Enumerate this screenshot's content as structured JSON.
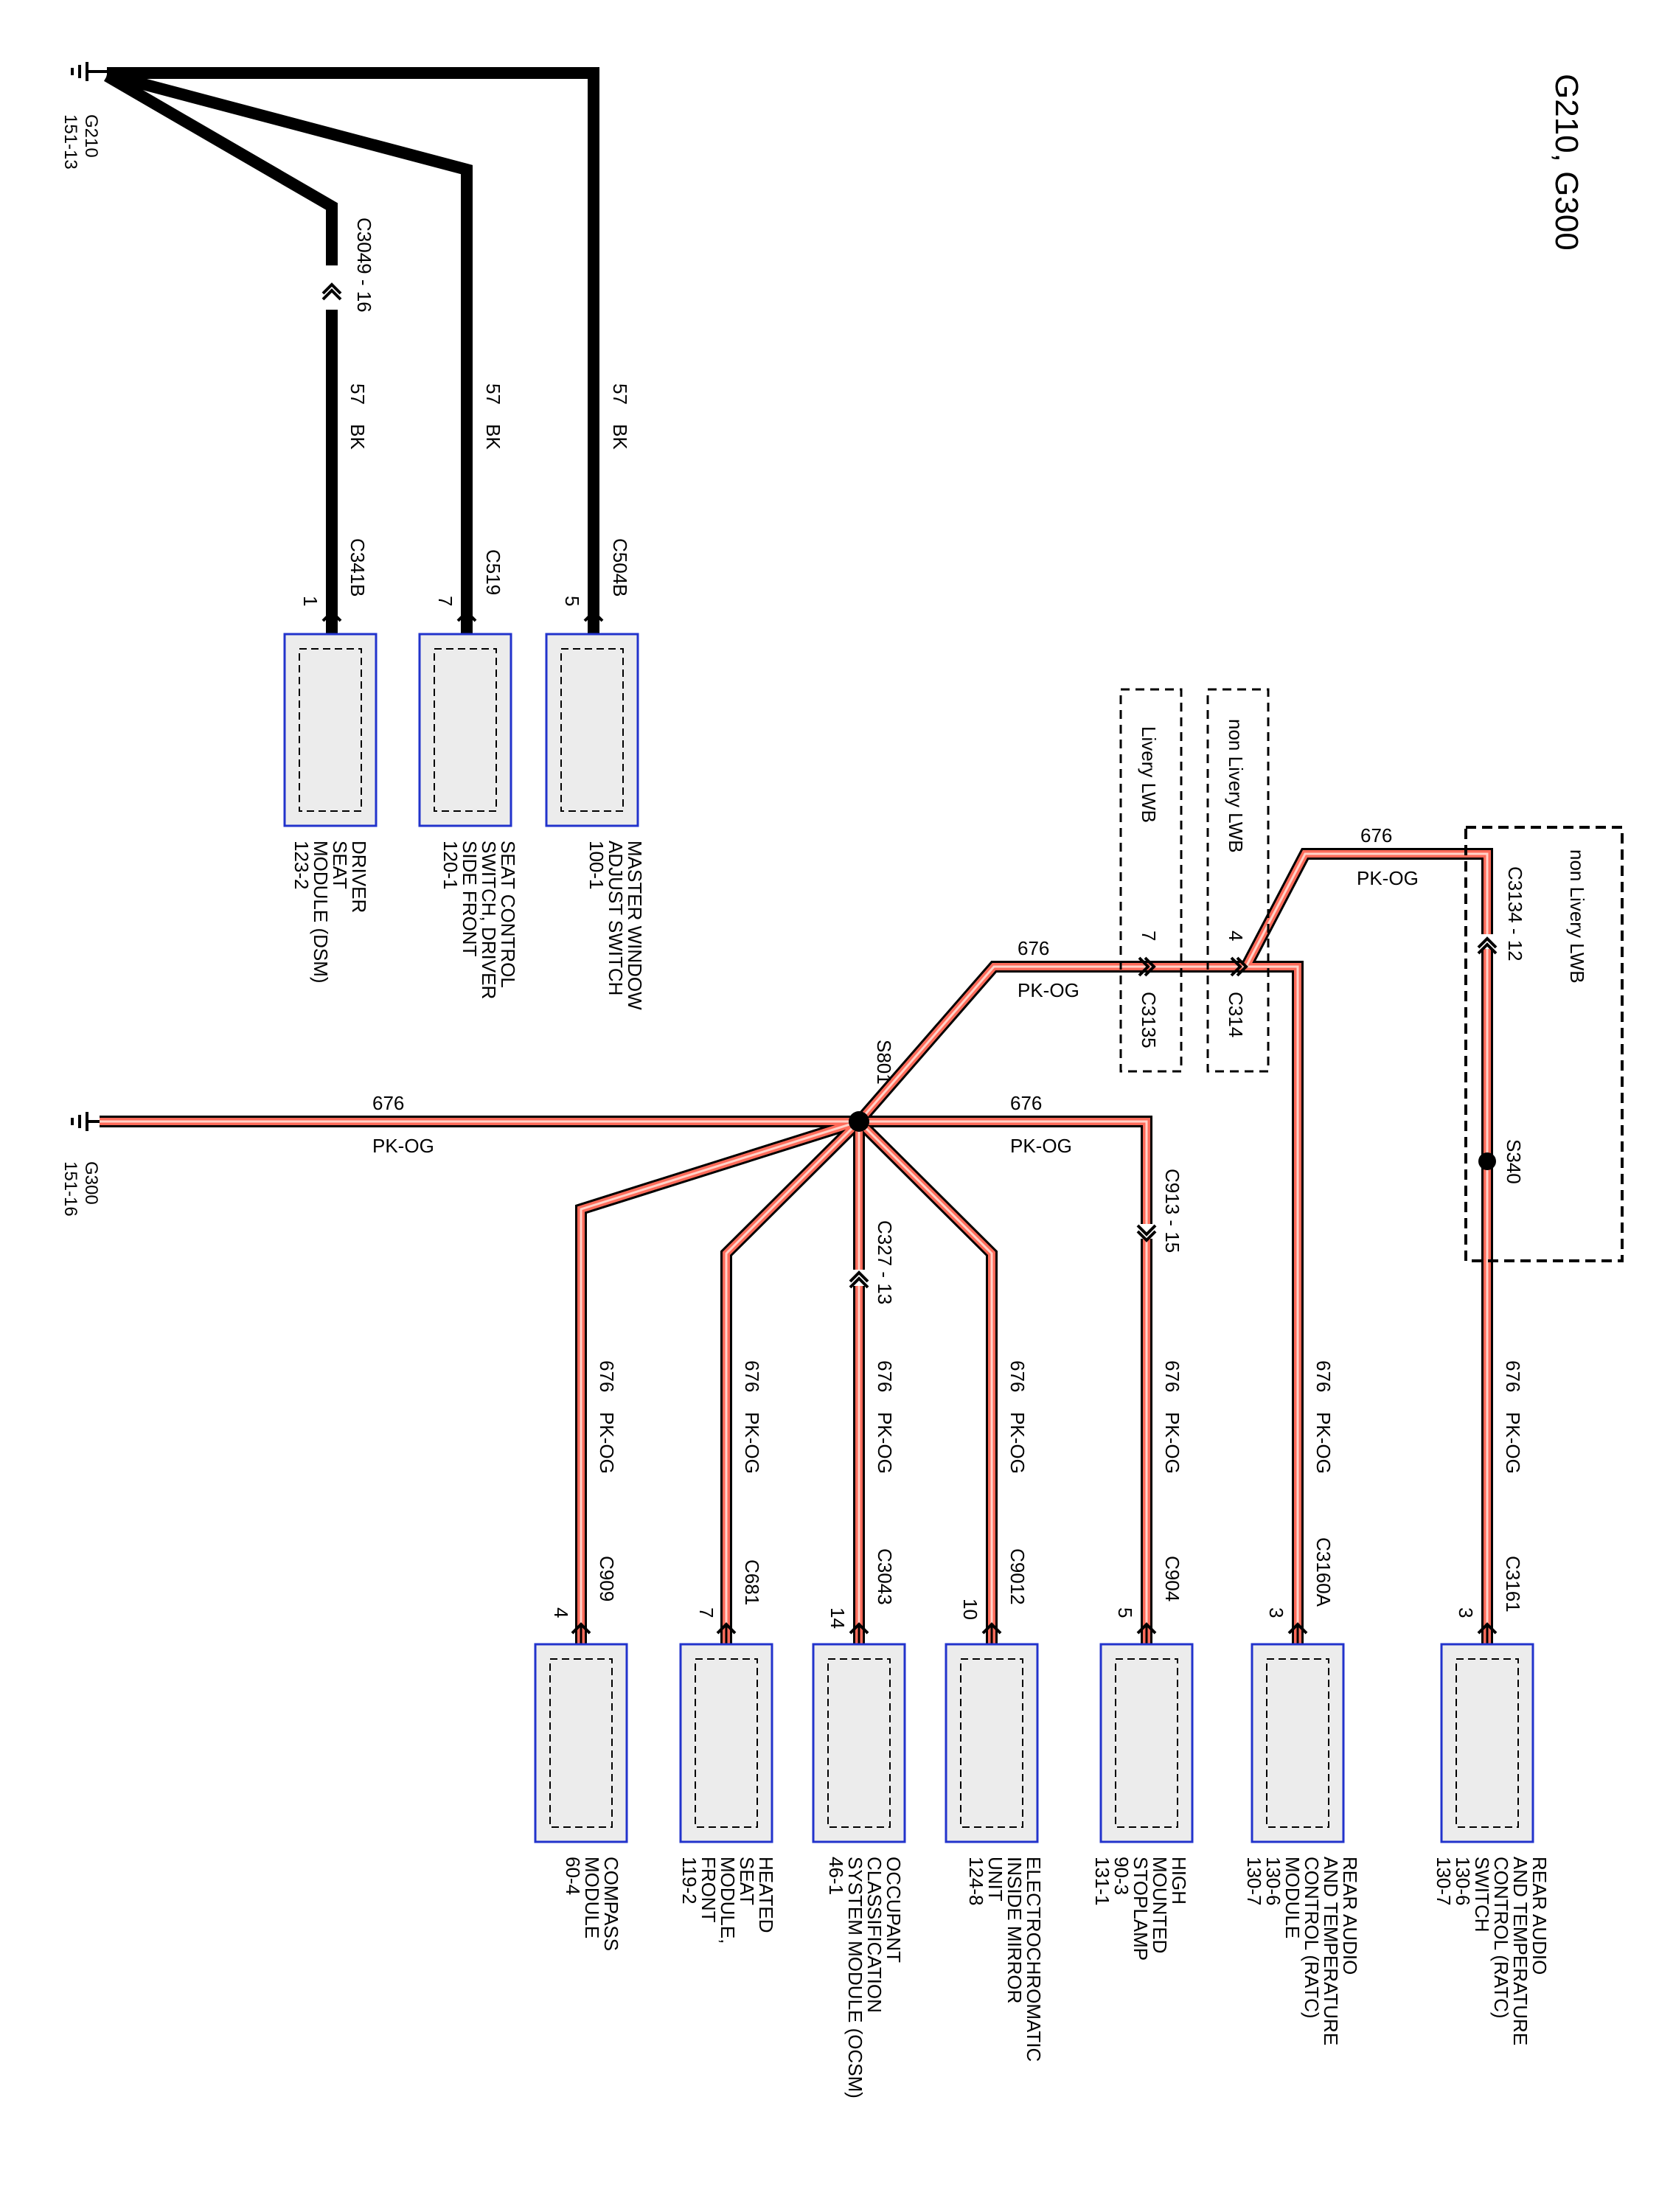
{
  "title": "G210, G300",
  "colors": {
    "ground_wire": "#000000",
    "pkog_outer": "#000000",
    "pkog_fill": "#ff6b5a",
    "pkog_stripe": "#ffd2c8",
    "component_border": "#2233cc",
    "component_fill": "#ececec"
  },
  "grounds": [
    {
      "id": "G210",
      "ref": "151-13"
    },
    {
      "id": "G300",
      "ref": "151-16"
    }
  ],
  "g210_wires": [
    {
      "circuit": "57",
      "color": "BK",
      "inline_connector": "C3049 - 16",
      "connector": "C341B",
      "pin": "1",
      "component": [
        "DRIVER",
        "SEAT",
        "MODULE (DSM)",
        "123-2"
      ]
    },
    {
      "circuit": "57",
      "color": "BK",
      "inline_connector": "",
      "connector": "C519",
      "pin": "7",
      "component": [
        "SEAT CONTROL",
        "SWITCH, DRIVER",
        "SIDE FRONT",
        "120-1"
      ]
    },
    {
      "circuit": "57",
      "color": "BK",
      "inline_connector": "",
      "connector": "C504B",
      "pin": "5",
      "component": [
        "MASTER WINDOW",
        "ADJUST SWITCH",
        "100-1"
      ]
    }
  ],
  "splice": {
    "s801": "S801",
    "s340": "S340"
  },
  "g300_feed": {
    "circuit": "676",
    "color": "PK-OG"
  },
  "to_c913": {
    "circuit": "676",
    "color": "PK-OG",
    "inline": "C913 - 15"
  },
  "to_c3135": {
    "circuit": "676",
    "color": "PK-OG"
  },
  "to_c3134": {
    "circuit": "676",
    "color": "PK-OG"
  },
  "option_boxes": {
    "livery": {
      "label": "Livery LWB",
      "connector": "C3135",
      "pin": "7"
    },
    "non_livery_small": {
      "label": "non Livery LWB",
      "connector": "C314",
      "pin": "4"
    },
    "non_livery_large": {
      "label": "non Livery LWB",
      "inline": "C3134 - 12"
    }
  },
  "s801_wires": [
    {
      "circuit": "676",
      "color": "PK-OG",
      "inline": "",
      "connector": "C909",
      "pin": "4",
      "component": [
        "COMPASS",
        "MODULE",
        "60-4"
      ]
    },
    {
      "circuit": "676",
      "color": "PK-OG",
      "inline": "",
      "connector": "C681",
      "pin": "7",
      "component": [
        "HEATED",
        "SEAT",
        "MODULE,",
        "FRONT",
        "119-2"
      ]
    },
    {
      "circuit": "676",
      "color": "PK-OG",
      "inline": "C327 - 13",
      "connector": "C3043",
      "pin": "14",
      "component": [
        "OCCUPANT",
        "CLASSIFICATION",
        "SYSTEM MODULE (OCSM)",
        "46-1"
      ]
    },
    {
      "circuit": "676",
      "color": "PK-OG",
      "inline": "",
      "connector": "C9012",
      "pin": "10",
      "component": [
        "ELECTROCHROMATIC",
        "INSIDE MIRROR",
        "UNIT",
        "124-8"
      ]
    },
    {
      "circuit": "676",
      "color": "PK-OG",
      "inline": "",
      "connector": "C904",
      "pin": "5",
      "component": [
        "HIGH",
        "MOUNTED",
        "STOPLAMP",
        "90-3",
        "131-1"
      ]
    }
  ],
  "ratc_wires": [
    {
      "circuit": "676",
      "color": "PK-OG",
      "connector": "C3160A",
      "pin": "3",
      "component": [
        "REAR AUDIO",
        "AND TEMPERATURE",
        "CONTROL (RATC)",
        "MODULE",
        "130-6",
        "130-7"
      ]
    },
    {
      "circuit": "676",
      "color": "PK-OG",
      "connector": "C3161",
      "pin": "3",
      "component": [
        "REAR AUDIO",
        "AND TEMPERATURE",
        "CONTROL (RATC)",
        "SWITCH",
        "130-6",
        "130-7"
      ]
    }
  ]
}
